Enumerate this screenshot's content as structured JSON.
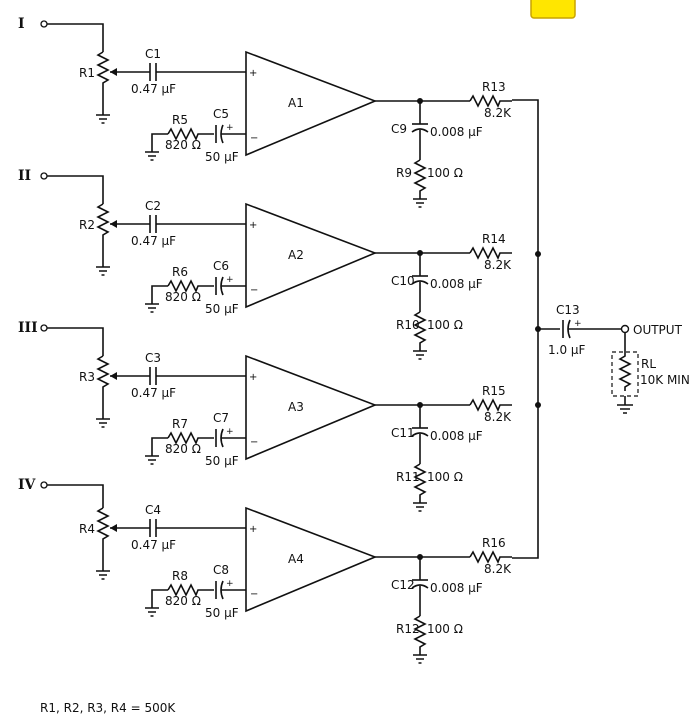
{
  "diagram": {
    "inputs": [
      "I",
      "II",
      "III",
      "IV"
    ],
    "stages": [
      {
        "input": "I",
        "pot": "R1",
        "cin": "C1",
        "cin_val": "0.47 µF",
        "rg": "R5",
        "rg_val": "820 Ω",
        "cg": "C5",
        "cg_val": "50 µF",
        "amp": "A1",
        "cf": "C9",
        "cf_val": "0.008 µF",
        "rf": "R9",
        "rf_val": "100 Ω",
        "rs": "R13",
        "rs_val": "8.2K"
      },
      {
        "input": "II",
        "pot": "R2",
        "cin": "C2",
        "cin_val": "0.47 µF",
        "rg": "R6",
        "rg_val": "820 Ω",
        "cg": "C6",
        "cg_val": "50 µF",
        "amp": "A2",
        "cf": "C10",
        "cf_val": "0.008 µF",
        "rf": "R10",
        "rf_val": "100 Ω",
        "rs": "R14",
        "rs_val": "8.2K"
      },
      {
        "input": "III",
        "pot": "R3",
        "cin": "C3",
        "cin_val": "0.47 µF",
        "rg": "R7",
        "rg_val": "820 Ω",
        "cg": "C7",
        "cg_val": "50 µF",
        "amp": "A3",
        "cf": "C11",
        "cf_val": "0.008 µF",
        "rf": "R11",
        "rf_val": "100 Ω",
        "rs": "R15",
        "rs_val": "8.2K"
      },
      {
        "input": "IV",
        "pot": "R4",
        "cin": "C4",
        "cin_val": "0.47 µF",
        "rg": "R8",
        "rg_val": "820 Ω",
        "cg": "C8",
        "cg_val": "50 µF",
        "amp": "A4",
        "cf": "C12",
        "cf_val": "0.008 µF",
        "rf": "R12",
        "rf_val": "100 Ω",
        "rs": "R16",
        "rs_val": "8.2K"
      }
    ],
    "output_cap": "C13",
    "output_cap_val": "1.0 µF",
    "output_label": "OUTPUT",
    "load": "RL",
    "load_val": "10K MIN",
    "footnote": "R1, R2, R3, R4 = 500K",
    "plus": "+",
    "minus": "−",
    "highlight_color": "#ffe600"
  }
}
